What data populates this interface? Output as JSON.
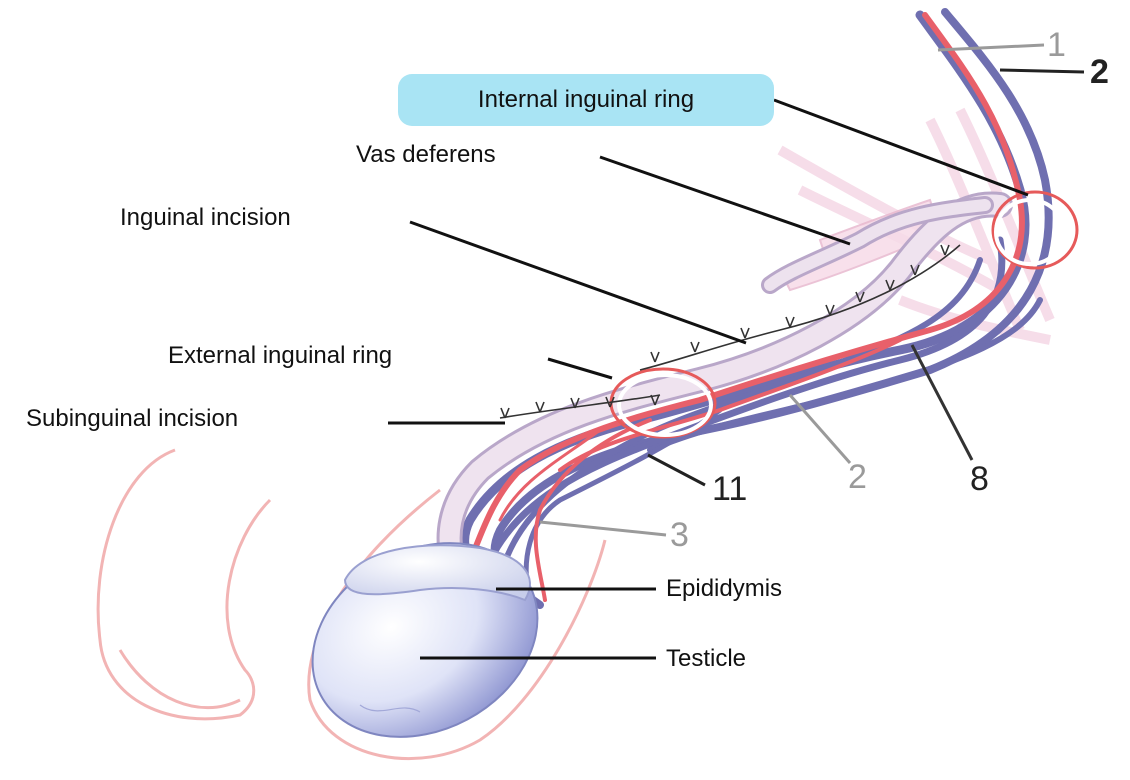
{
  "labels": {
    "internal_inguinal_ring": "Internal inguinal ring",
    "vas_deferens": "Vas deferens",
    "inguinal_incision": "Inguinal incision",
    "external_inguinal_ring": "External inguinal ring",
    "subinguinal_incision": "Subinguinal incision",
    "epididymis": "Epididymis",
    "testicle": "Testicle"
  },
  "numbers": {
    "n1": "1",
    "n2_top": "2",
    "n2_lower": "2",
    "n3": "3",
    "n8": "8",
    "n11": "11"
  },
  "colors": {
    "highlight": "#a9e4f4",
    "vein": "#6f6fb0",
    "artery": "#e8606a",
    "vas": "#e9d6e6",
    "skin": "#f2a8a8",
    "testicle": "#dfe3f7"
  }
}
